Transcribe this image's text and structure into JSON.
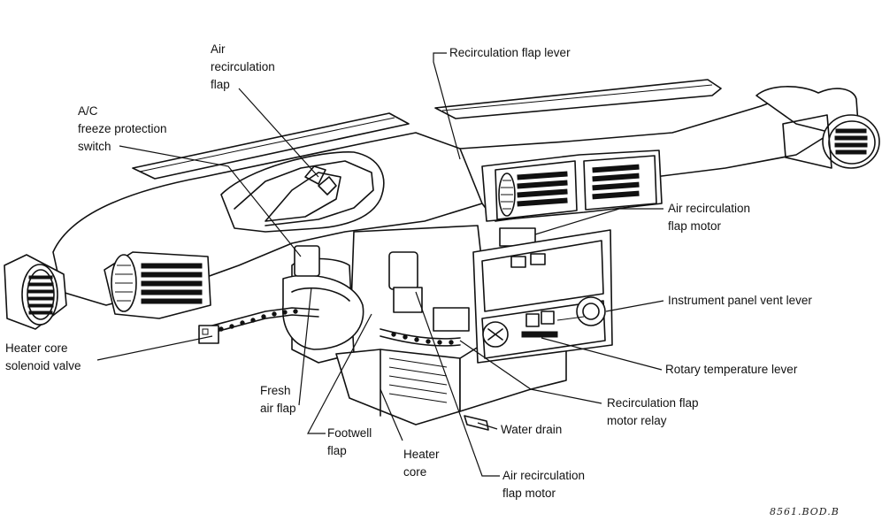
{
  "diagram": {
    "labels": {
      "air_recirculation_flap": "Air\nrecirculation\nflap",
      "ac_freeze_protection_switch": "A/C\nfreeze protection\nswitch",
      "recirculation_flap_lever": "Recirculation flap lever",
      "air_recirculation_flap_motor_upper": "Air recirculation\nflap motor",
      "instrument_panel_vent_lever": "Instrument panel vent lever",
      "heater_core_solenoid_valve": "Heater core\nsolenoid valve",
      "rotary_temperature_lever": "Rotary temperature lever",
      "fresh_air_flap": "Fresh\nair flap",
      "recirculation_flap_motor_relay": "Recirculation flap\nmotor relay",
      "footwell_flap": "Footwell\nflap",
      "water_drain": "Water drain",
      "heater_core": "Heater\ncore",
      "air_recirculation_flap_motor_lower": "Air recirculation\nflap motor"
    },
    "reference_code": "8561.BOD.B"
  }
}
